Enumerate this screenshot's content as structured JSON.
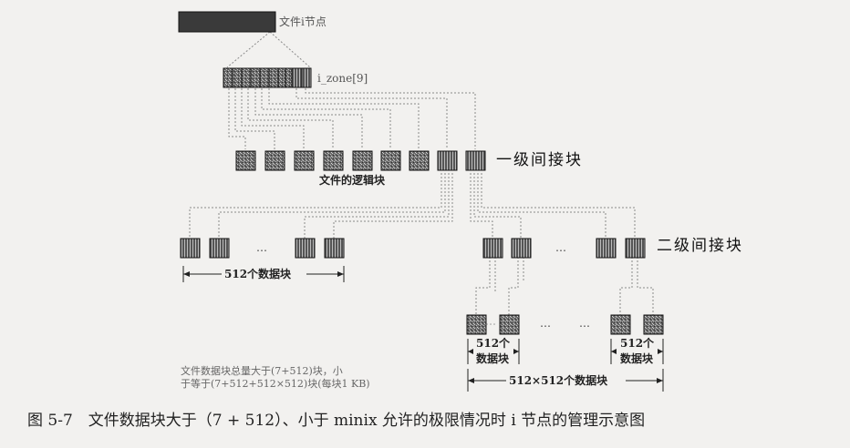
{
  "labels": {
    "inode": "文件i节点",
    "izone": "i_zone[9]",
    "logical_blocks": "文件的逻辑块",
    "level1": "一级间接块",
    "level2": "二级间接块",
    "blocks_512": "512个数据块",
    "blocks_512_a": "512个",
    "blocks_512_b": "数据块",
    "blocks_512x512": "512×512个数据块",
    "ellipsis": "…",
    "note_line1": "文件数据块总量大于(7+512)块，小",
    "note_line2": "于等于(7+512+512×512)块(每块1 KB)",
    "caption": "图 5-7　文件数据块大于（7 + 512）、小于 minix 允许的极限情况时 i 节点的管理示意图"
  },
  "colors": {
    "background": "#f2f1ef",
    "block_dark": "#3a3a3a",
    "dashed_line": "#8a8a8a"
  }
}
